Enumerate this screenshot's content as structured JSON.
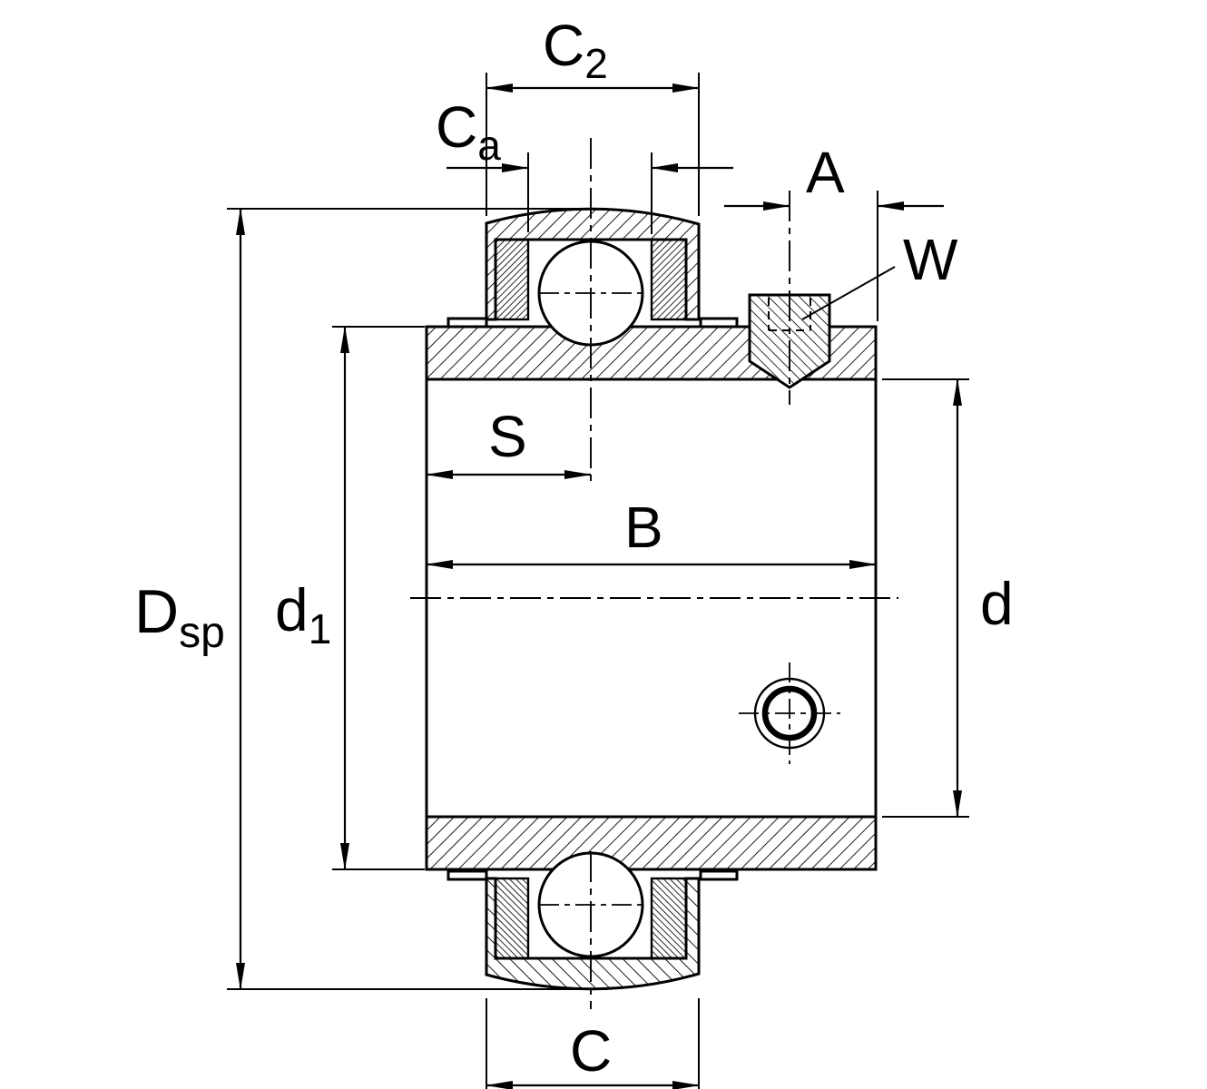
{
  "colors": {
    "background": "#ffffff",
    "ink": "#000000"
  },
  "labels": {
    "c2": {
      "base": "C",
      "sub": "2"
    },
    "ca": {
      "base": "C",
      "sub": "a"
    },
    "a": {
      "base": "A"
    },
    "w": {
      "base": "W"
    },
    "s": {
      "base": "S"
    },
    "b": {
      "base": "B"
    },
    "dsp": {
      "base": "D",
      "sub": "sp"
    },
    "d1": {
      "base": "d",
      "sub": "1"
    },
    "d": {
      "base": "d"
    },
    "c": {
      "base": "C"
    }
  }
}
